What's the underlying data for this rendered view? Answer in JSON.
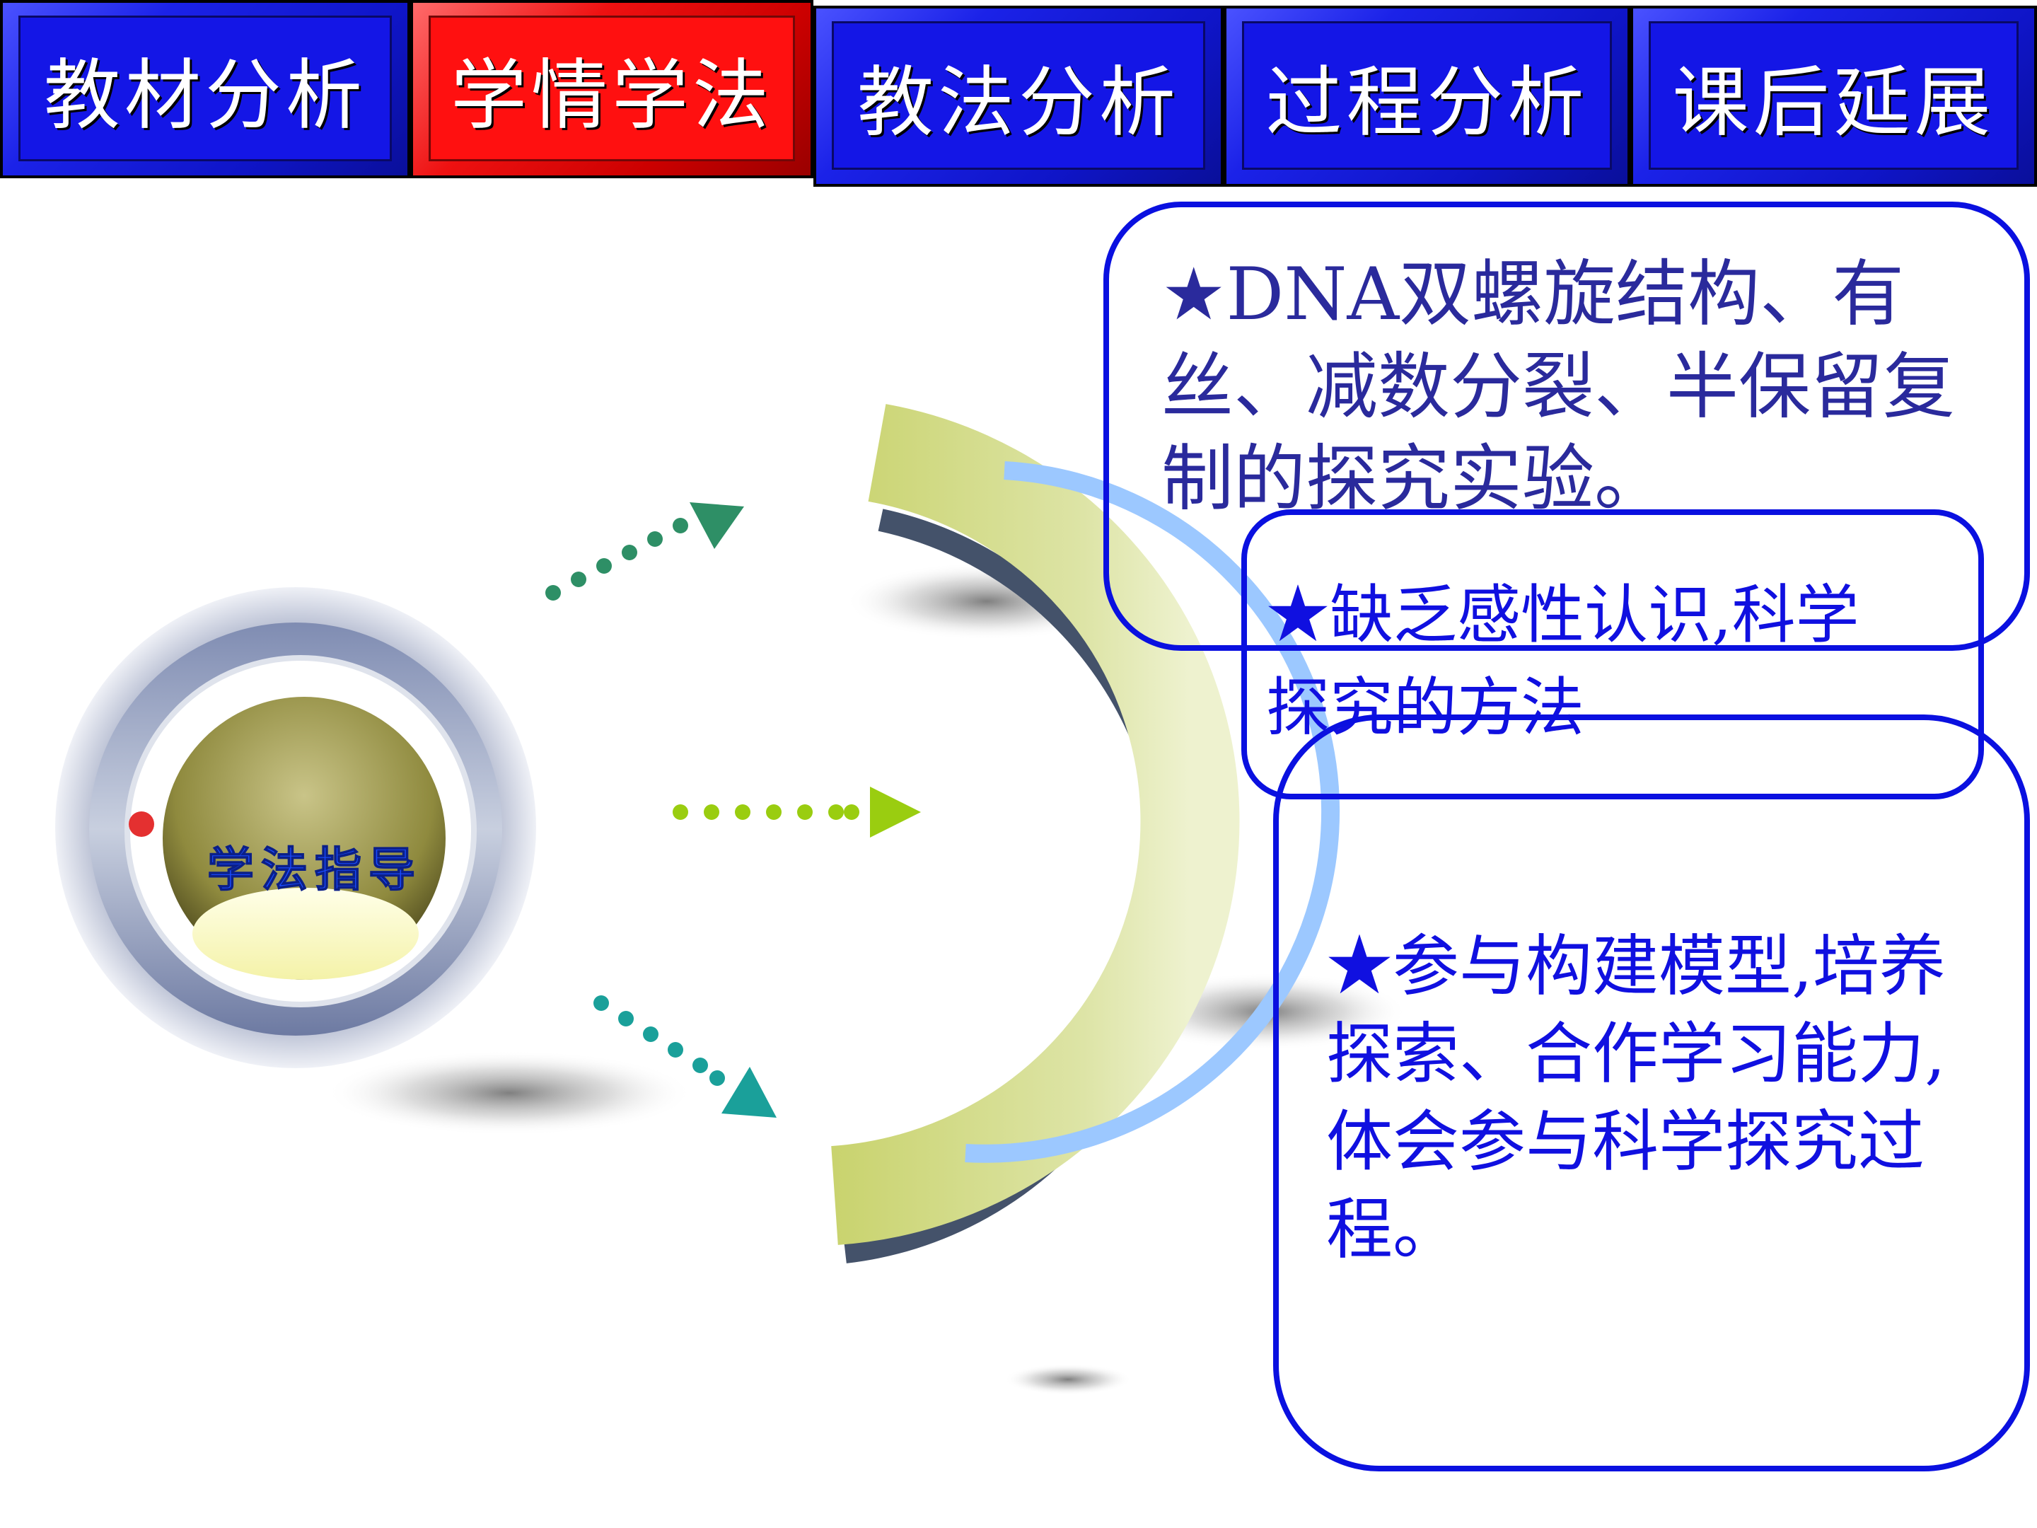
{
  "nav": {
    "tabs": [
      {
        "label": "教材分析",
        "active": false
      },
      {
        "label": "学情学法",
        "active": true
      },
      {
        "label": "教法分析",
        "active": false
      },
      {
        "label": "过程分析",
        "active": false
      },
      {
        "label": "课后延展",
        "active": false
      }
    ]
  },
  "center": {
    "label": "学法指导"
  },
  "boxes": {
    "prior_knowledge": "★DNA双螺旋结构、有丝、减数分裂、半保留复制的探究实验。",
    "lacks": "★缺乏感性认识,科学探究的方法",
    "method": "★参与构建模型,培养探索、合作学习能力,体会参与科学探究过程。"
  },
  "colors": {
    "tab_blue": "#1416e6",
    "tab_red": "#ff1010",
    "box_border": "#0a10e0",
    "text_dark_blue": "#2a2a9c",
    "text_blue": "#1010e0",
    "arc_green": "#d3dc8a",
    "arc_light_blue": "#9cc8ff",
    "arrow_green_dark": "#2e8f66",
    "arrow_lime": "#9acd10",
    "arrow_teal": "#1aa09a"
  }
}
